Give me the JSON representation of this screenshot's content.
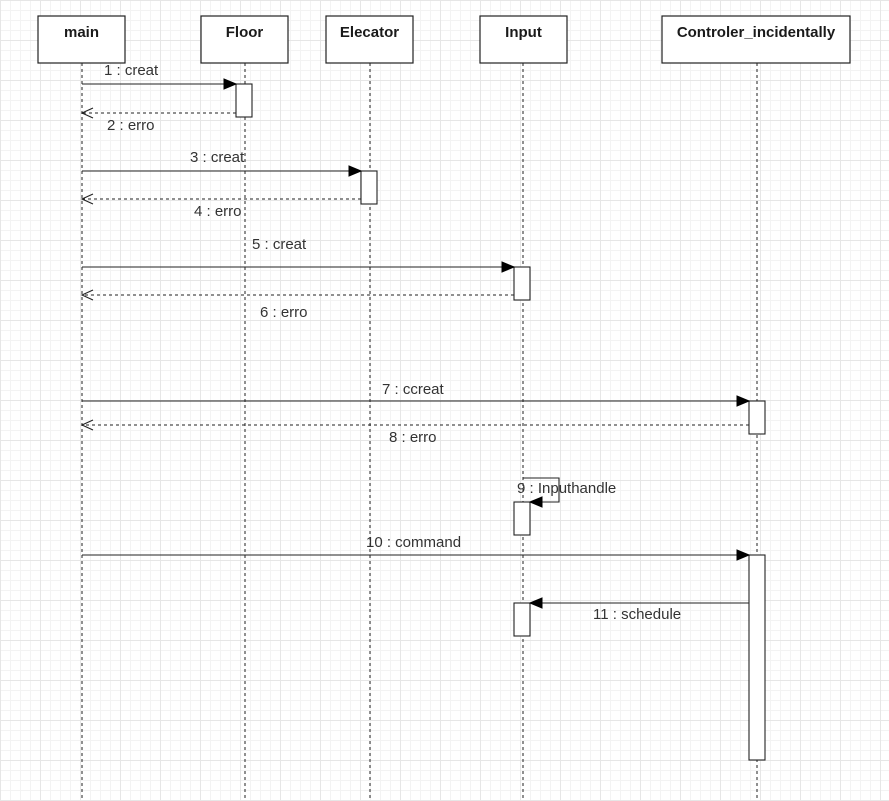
{
  "participants": [
    {
      "id": "main",
      "label": "main"
    },
    {
      "id": "floor",
      "label": "Floor"
    },
    {
      "id": "elecator",
      "label": "Elecator"
    },
    {
      "id": "input",
      "label": "Input"
    },
    {
      "id": "controler",
      "label": "Controler_incidentally"
    }
  ],
  "messages": [
    {
      "id": "m1",
      "label": "1 : creat",
      "from": "main",
      "to": "floor",
      "type": "sync"
    },
    {
      "id": "m2",
      "label": "2 : erro",
      "from": "floor",
      "to": "main",
      "type": "return"
    },
    {
      "id": "m3",
      "label": "3 : creat",
      "from": "main",
      "to": "elecator",
      "type": "sync"
    },
    {
      "id": "m4",
      "label": "4 : erro",
      "from": "elecator",
      "to": "main",
      "type": "return"
    },
    {
      "id": "m5",
      "label": "5 : creat",
      "from": "main",
      "to": "input",
      "type": "sync"
    },
    {
      "id": "m6",
      "label": "6 : erro",
      "from": "input",
      "to": "main",
      "type": "return"
    },
    {
      "id": "m7",
      "label": "7 : ccreat",
      "from": "main",
      "to": "controler",
      "type": "sync"
    },
    {
      "id": "m8",
      "label": "8 : erro",
      "from": "controler",
      "to": "main",
      "type": "return"
    },
    {
      "id": "m9",
      "label": "9 : Inputhandle",
      "from": "input",
      "to": "input",
      "type": "self"
    },
    {
      "id": "m10",
      "label": "10 : command",
      "from": "main",
      "to": "controler",
      "type": "sync"
    },
    {
      "id": "m11",
      "label": "11 : schedule",
      "from": "controler",
      "to": "input",
      "type": "sync"
    }
  ]
}
